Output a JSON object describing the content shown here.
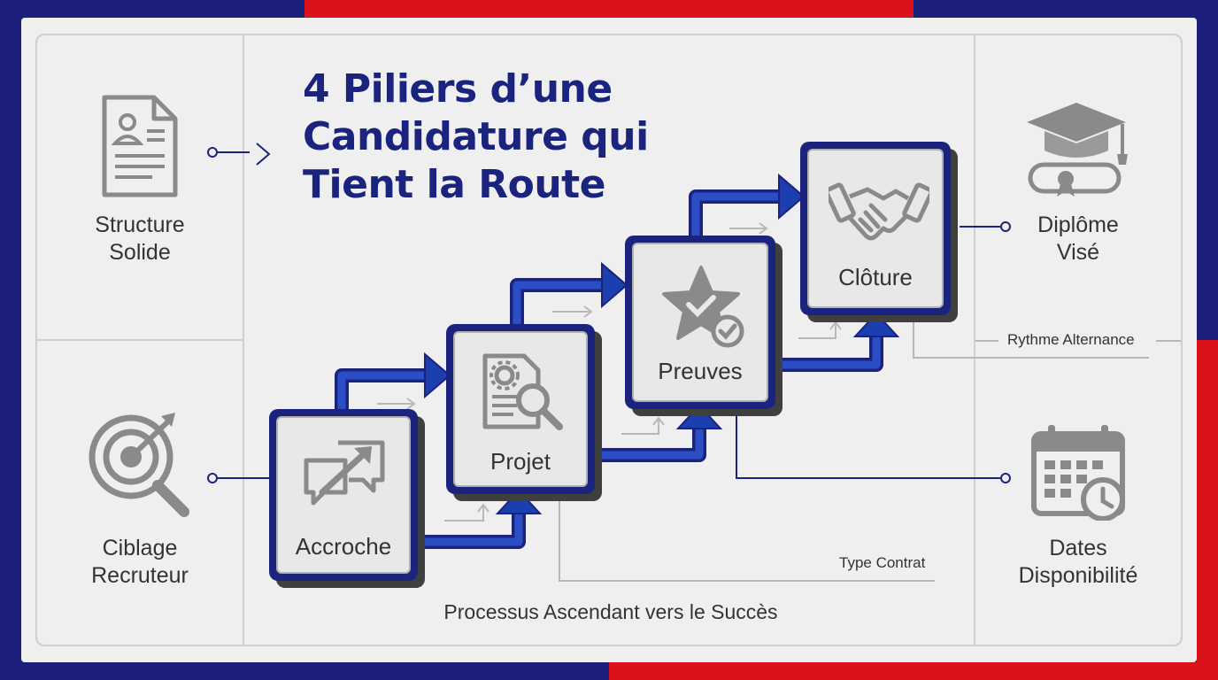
{
  "title": {
    "line1": "4 Piliers d’une",
    "line2": "Candidature qui",
    "line3": "Tient la Route"
  },
  "left": {
    "structure": {
      "line1": "Structure",
      "line2": "Solide"
    },
    "ciblage": {
      "line1": "Ciblage",
      "line2": "Recruteur"
    }
  },
  "right": {
    "diplome": {
      "line1": "Diplôme",
      "line2": "Visé"
    },
    "dates": {
      "line1": "Dates",
      "line2": "Disponibilité"
    }
  },
  "steps": {
    "accroche": "Accroche",
    "projet": "Projet",
    "preuves": "Preuves",
    "cloture": "Clôture"
  },
  "annotations": {
    "rythme": "Rythme Alternance",
    "contrat": "Type Contrat"
  },
  "caption": "Processus Ascendant vers le Succès",
  "colors": {
    "navy": "#1a237e",
    "red": "#d9121b",
    "arrow_blue": "#1c3fb0",
    "icon_gray": "#8a8a8a"
  }
}
